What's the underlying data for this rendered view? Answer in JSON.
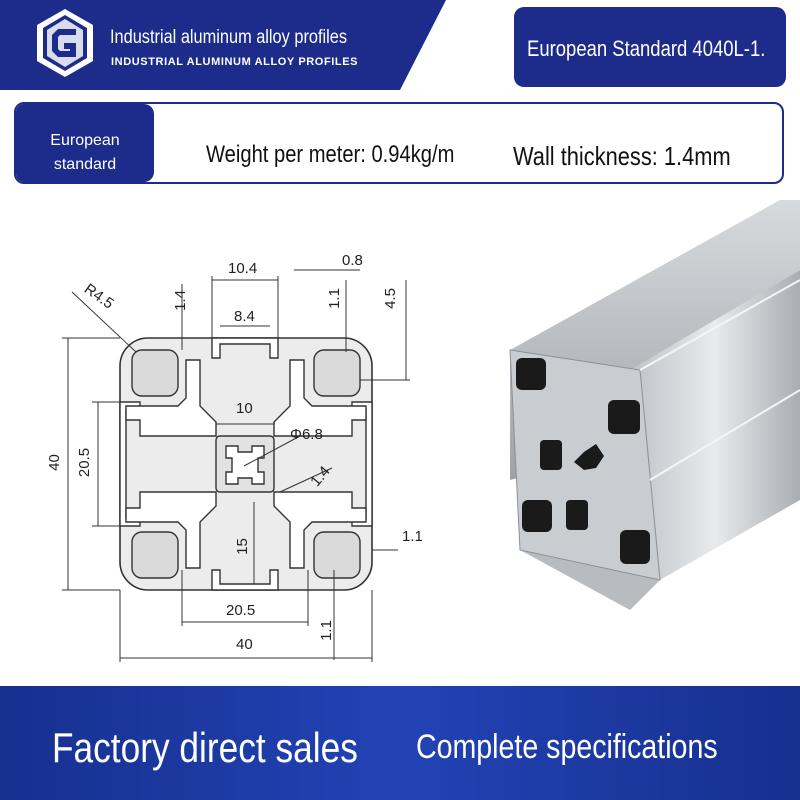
{
  "brand": {
    "title": "Industrial aluminum alloy profiles",
    "subtitle": "INDUSTRIAL ALUMINUM ALLOY PROFILES",
    "logo_letter": "G",
    "color": "#1d2c8a"
  },
  "model": {
    "label": "European Standard 4040L-1."
  },
  "specs": {
    "tag_line1": "European",
    "tag_line2": "standard",
    "weight": "Weight per meter: 0.94kg/m",
    "wall": "Wall thickness: 1.4mm"
  },
  "drawing": {
    "dimensions": {
      "radius": "R4.5",
      "top_width": "10.4",
      "top_slot": "0.8",
      "top_lip": "1.4",
      "top_lip2": "1.1",
      "top_depth": "4.5",
      "slot_opening": "8.4",
      "center_width": "10",
      "bore": "Φ6.8",
      "height_total": "40",
      "height_inner": "20.5",
      "diag_wall": "1.4",
      "right_lip": "1.1",
      "inner_depth": "15",
      "bottom_inner": "20.5",
      "bottom_total": "40",
      "bottom_lip": "1.1"
    }
  },
  "footer": {
    "left": "Factory direct sales",
    "right": "Complete specifications",
    "color": "#1f3ba8"
  }
}
